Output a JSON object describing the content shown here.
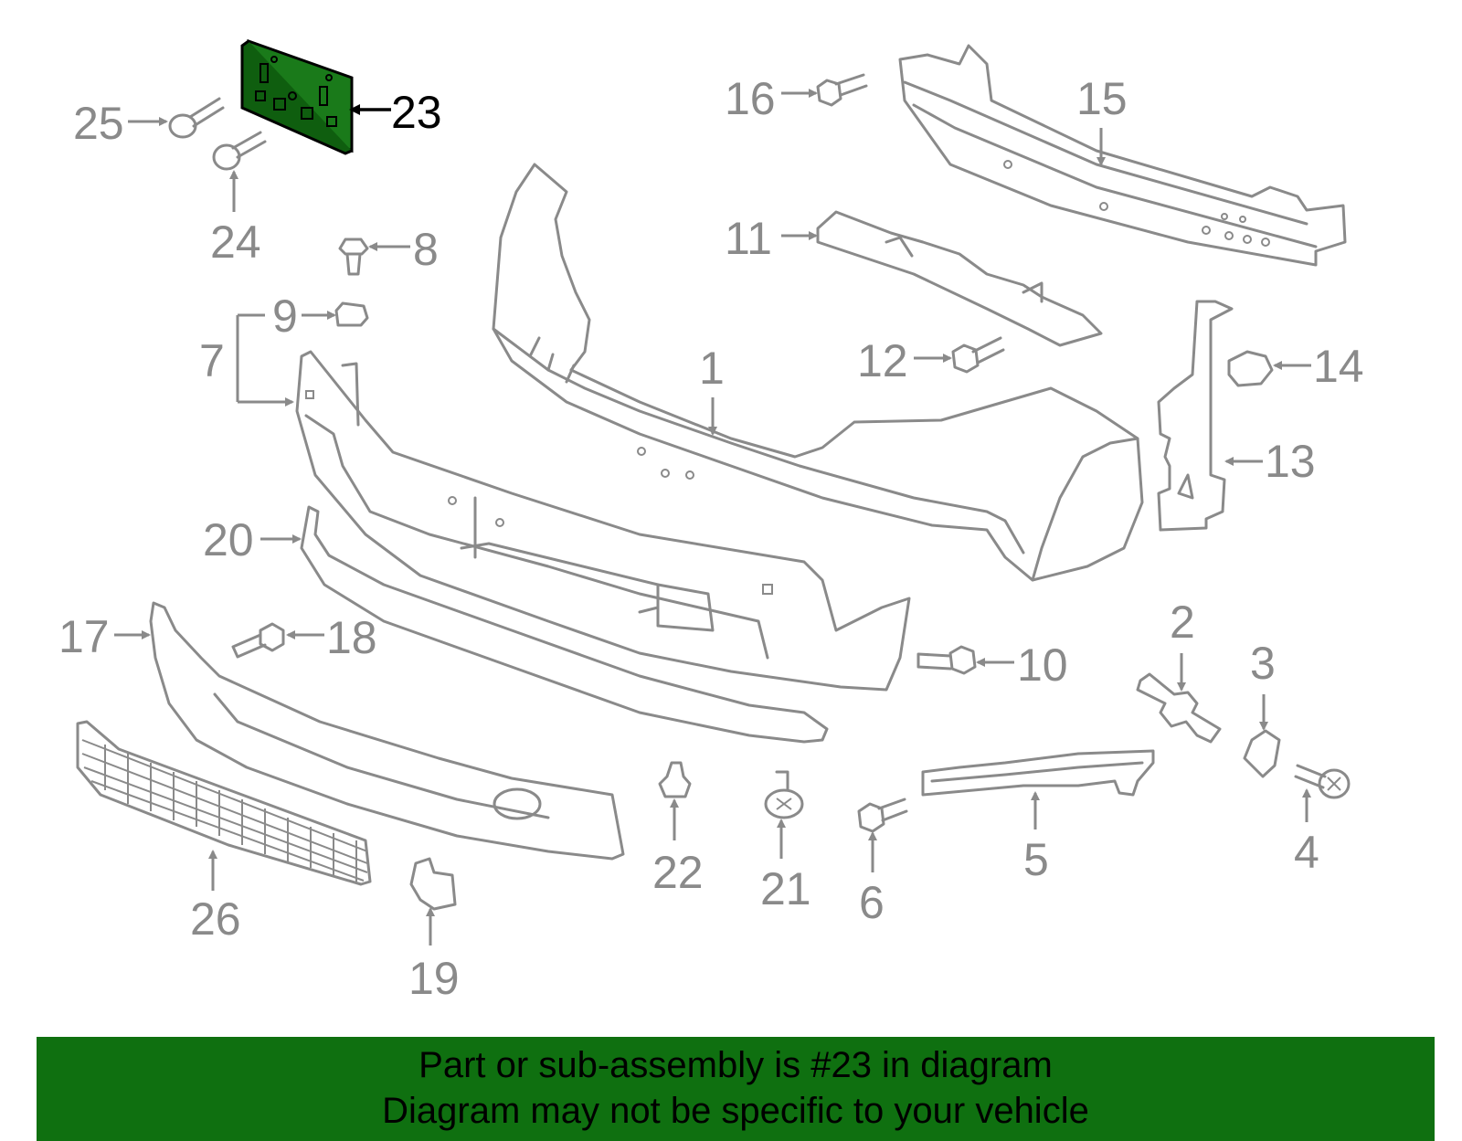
{
  "diagram": {
    "highlighted_part": "23",
    "highlight_color": "#1a7a1a",
    "callouts": {
      "c1": "1",
      "c2": "2",
      "c3": "3",
      "c4": "4",
      "c5": "5",
      "c6": "6",
      "c7": "7",
      "c8": "8",
      "c9": "9",
      "c10": "10",
      "c11": "11",
      "c12": "12",
      "c13": "13",
      "c14": "14",
      "c15": "15",
      "c16": "16",
      "c17": "17",
      "c18": "18",
      "c19": "19",
      "c20": "20",
      "c21": "21",
      "c22": "22",
      "c23": "23",
      "c24": "24",
      "c25": "25",
      "c26": "26"
    }
  },
  "banner": {
    "background": "#0f7010",
    "line1": "Part or sub-assembly is #23 in diagram",
    "line2": "Diagram may not be specific to your vehicle"
  }
}
